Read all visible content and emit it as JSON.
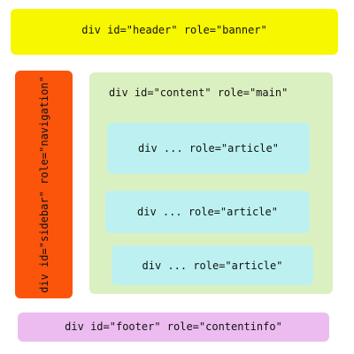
{
  "colors": {
    "header": "#f7f700",
    "sidebar": "#fb540b",
    "content": "#dbf0c0",
    "article": "#bdf1f1",
    "footer": "#ecbcf0"
  },
  "header": {
    "label": "div id=\"header\" role=\"banner\""
  },
  "sidebar": {
    "label": "div id=\"sidebar\" role=\"navigation\""
  },
  "content": {
    "label": "div id=\"content\" role=\"main\"",
    "articles": [
      {
        "label": "div ... role=\"article\""
      },
      {
        "label": "div ... role=\"article\""
      },
      {
        "label": "div ... role=\"article\""
      }
    ]
  },
  "footer": {
    "label": "div id=\"footer\" role=\"contentinfo\""
  }
}
